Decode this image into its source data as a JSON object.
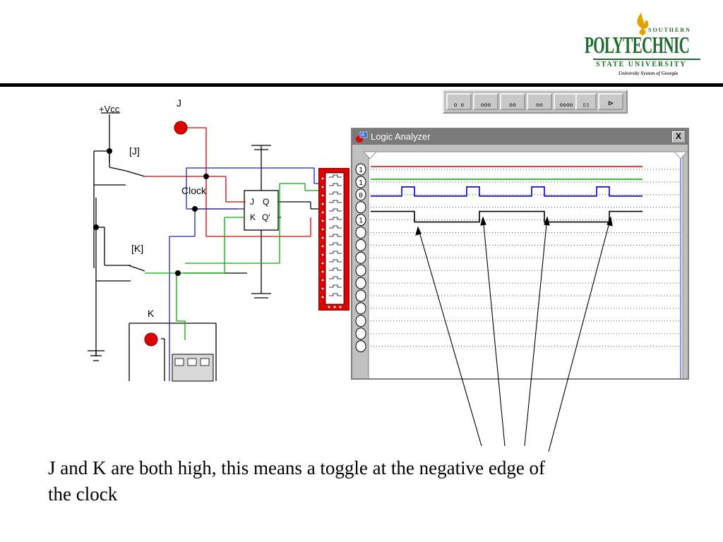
{
  "logo": {
    "line1": "SOUTHERN",
    "line2": "POLYTECHNIC",
    "line3": "STATE UNIVERSITY",
    "line4": "University System of Georgia",
    "flame_color": "#e0a300",
    "brand_color": "#1e6b2e"
  },
  "circuit": {
    "vcc_label": "+Vcc",
    "j_label": "J",
    "k_label": "K",
    "j_switch_label": "[J]",
    "k_switch_label": "[K]",
    "clock_label": "Clock",
    "ff_j": "J",
    "ff_q": "Q",
    "ff_k": "K",
    "ff_qbar": "Q'"
  },
  "toolbar": {
    "icons": [
      "switch-icon",
      "dip-icon",
      "relay-icon",
      "connector-icon",
      "resistor-array-icon",
      "chip-icon",
      "buffer-gate-icon"
    ]
  },
  "logic_analyzer": {
    "title": "Logic Analyzer",
    "close_label": "X",
    "channel_labels": [
      "1",
      "1",
      "0",
      "",
      "1",
      "",
      "",
      "",
      "",
      "",
      "",
      "",
      "",
      "",
      ""
    ],
    "trace_colors": [
      "#e00000",
      "#00c000",
      "#0000cc",
      "#000000"
    ],
    "clock_pulses": 4
  },
  "caption": {
    "text": "J and K are both high, this means a toggle at the negative edge of the clock"
  }
}
